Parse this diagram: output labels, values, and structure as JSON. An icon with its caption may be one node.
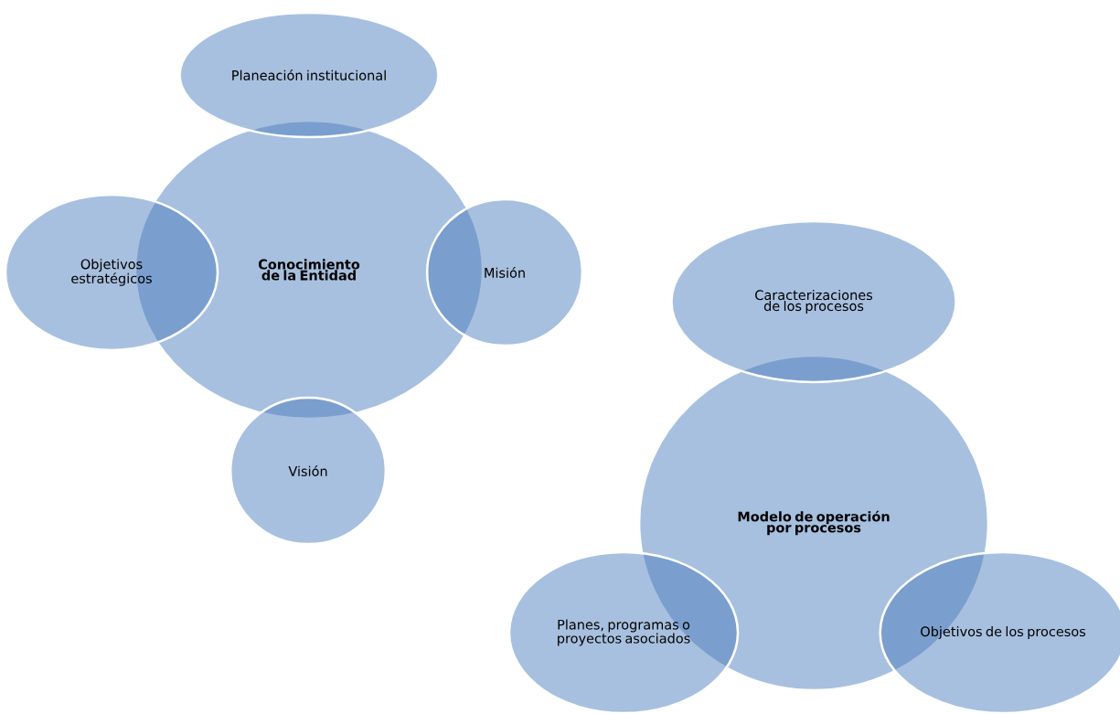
{
  "diagram": {
    "nodes": [
      {
        "text": [
          "Conocimiento de la Entidad"
        ]
      },
      {
        "text": [
          "Planeación institucional"
        ]
      },
      {
        "text": [
          "Misión"
        ]
      },
      {
        "text": [
          "Visión"
        ]
      },
      {
        "text": [
          "Objetivos estratégicos"
        ]
      },
      {
        "text": [
          "Modelo de operación por procesos"
        ]
      },
      {
        "text": [
          "Caracterizaciones de los procesos"
        ]
      },
      {
        "text": [
          "Objetivos de los procesos"
        ]
      },
      {
        "text": [
          "Planes, programas o proyectos asociados"
        ]
      }
    ]
  }
}
